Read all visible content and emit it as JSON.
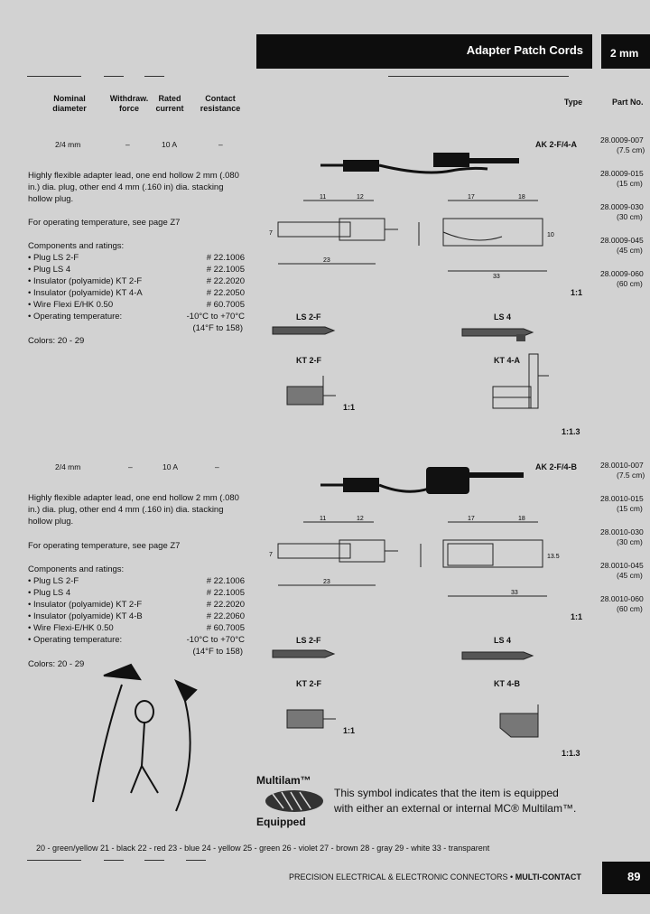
{
  "header": {
    "title": "Adapter Patch Cords",
    "tab": "2 mm"
  },
  "columns": {
    "nominal": "Nominal\ndiameter",
    "withdraw": "Withdraw.\nforce",
    "rated": "Rated\ncurrent",
    "contact": "Contact\nresistance",
    "type": "Type",
    "part": "Part No."
  },
  "sections": [
    {
      "nominal": "2/4 mm",
      "withdraw": "–",
      "rated": "10 A",
      "contact": "–",
      "type": "AK 2-F/4-A",
      "description": [
        "Highly flexible adapter lead, one end hollow 2 mm (.080",
        "in.) dia. plug, other end 4 mm (.160 in) dia. stacking",
        "hollow plug."
      ],
      "temp_note": "For operating temperature, see page Z7",
      "components_title": "Components and ratings:",
      "components": [
        {
          "name": "• Plug LS 2-F",
          "code": "# 22.1006"
        },
        {
          "name": "• Plug LS 4",
          "code": "# 22.1005"
        },
        {
          "name": "• Insulator (polyamide) KT 2-F",
          "code": "# 22.2020"
        },
        {
          "name": "• Insulator (polyamide) KT 4-A",
          "code": "# 22.2050"
        },
        {
          "name": "• Wire Flexi E/HK 0.50",
          "code": "# 60.7005"
        },
        {
          "name": "• Operating temperature:",
          "code": "-10°C to +70°C"
        }
      ],
      "temp_f": "(14°F to 158)",
      "colors": "Colors:  20 - 29",
      "parts": [
        {
          "no": "28.0009-007",
          "len": "(7.5 cm)"
        },
        {
          "no": "28.0009-015",
          "len": "(15 cm)"
        },
        {
          "no": "28.0009-030",
          "len": "(30 cm)"
        },
        {
          "no": "28.0009-045",
          "len": "(45 cm)"
        },
        {
          "no": "28.0009-060",
          "len": "(60 cm)"
        }
      ],
      "labels": {
        "ls2f": "LS 2-F",
        "ls4": "LS 4",
        "kt2f": "KT 2-F",
        "kt4": "KT 4-A",
        "scale1": "1:1",
        "scale2": "1:1",
        "scale3": "1:1.3"
      },
      "dims": {
        "a": "11",
        "b": "12",
        "c": "7",
        "d": "23",
        "e": "17",
        "f": "18",
        "g": "10",
        "h": "33"
      }
    },
    {
      "nominal": "2/4 mm",
      "withdraw": "–",
      "rated": "10 A",
      "contact": "–",
      "type": "AK 2-F/4-B",
      "description": [
        "Highly flexible adapter lead, one end hollow 2 mm (.080",
        "in.) dia. plug, other end 4 mm (.160 in) dia. stacking",
        "hollow plug."
      ],
      "temp_note": "For operating temperature, see page Z7",
      "components_title": "Components and ratings:",
      "components": [
        {
          "name": "• Plug LS 2-F",
          "code": "# 22.1006"
        },
        {
          "name": "• Plug LS 4",
          "code": "# 22.1005"
        },
        {
          "name": "• Insulator (polyamide) KT 2-F",
          "code": "# 22.2020"
        },
        {
          "name": "• Insulator (polyamide) KT 4-B",
          "code": "# 22.2060"
        },
        {
          "name": "• Wire Flexi-E/HK 0.50",
          "code": "# 60.7005"
        },
        {
          "name": "• Operating temperature:",
          "code": "-10°C to +70°C"
        }
      ],
      "temp_f": "(14°F to 158)",
      "colors": "Colors:  20 - 29",
      "parts": [
        {
          "no": "28.0010-007",
          "len": "(7.5 cm)"
        },
        {
          "no": "28.0010-015",
          "len": "(15 cm)"
        },
        {
          "no": "28.0010-030",
          "len": "(30 cm)"
        },
        {
          "no": "28.0010-045",
          "len": "(45 cm)"
        },
        {
          "no": "28.0010-060",
          "len": "(60 cm)"
        }
      ],
      "labels": {
        "ls2f": "LS 2-F",
        "ls4": "LS 4",
        "kt2f": "KT 2-F",
        "kt4": "KT 4-B",
        "scale1": "1:1",
        "scale2": "1:1",
        "scale3": "1:1.3"
      },
      "dims": {
        "a": "11",
        "b": "12",
        "c": "7",
        "d": "23",
        "e": "17",
        "f": "18",
        "g": "13.5",
        "h": "33"
      }
    }
  ],
  "multilam": {
    "title": "Multilam™",
    "subtitle": "Equipped",
    "text1": "This symbol indicates that the item is equipped",
    "text2": "with either an external or internal MC® Multilam™."
  },
  "colors_legend": "20 - green/yellow   21 - black   22 - red   23 - blue   24 - yellow   25 - green   26 - violet   27 - brown   28 - gray   29 - white   33 - transparent",
  "footer": {
    "text": "PRECISION ELECTRICAL & ELECTRONIC CONNECTORS",
    "brand": "MULTI-CONTACT",
    "page": "89"
  }
}
